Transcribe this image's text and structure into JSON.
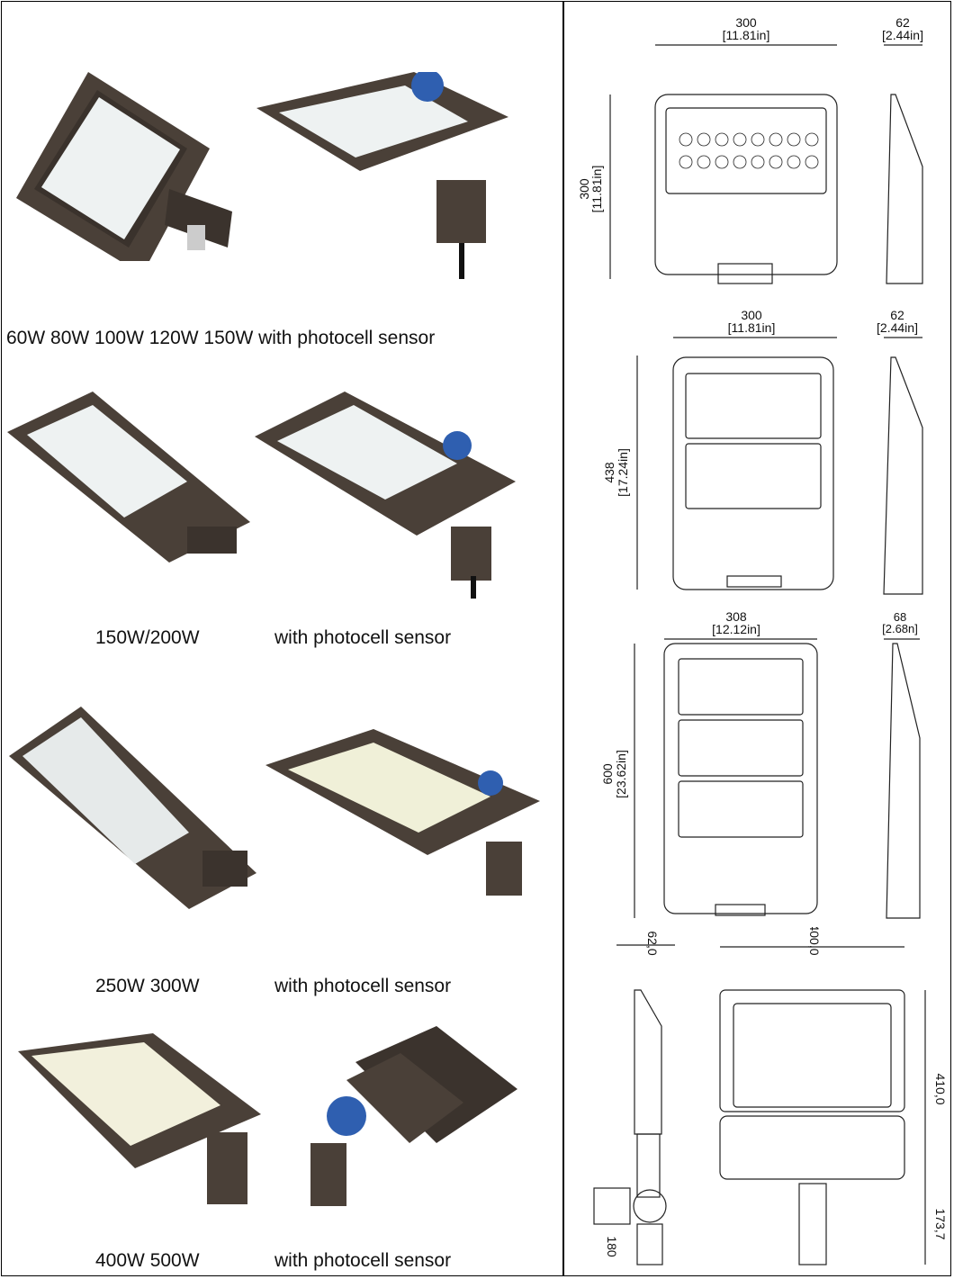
{
  "captions": {
    "row1": "60W 80W 100W 120W 150W  with photocell sensor",
    "row2_power": "150W/200W",
    "row2_sensor": "with photocell sensor",
    "row3_power": "250W 300W",
    "row3_sensor": "with photocell sensor",
    "row4_power": "400W 500W",
    "row4_sensor": "with photocell sensor"
  },
  "drawings": {
    "d1": {
      "width_mm": "300",
      "width_in": "[11.81in]",
      "height_mm": "300",
      "height_in": "[11.81in]",
      "depth_mm": "62",
      "depth_in": "[2.44in]"
    },
    "d2": {
      "width_mm": "300",
      "width_in": "[11.81in]",
      "height_mm": "438",
      "height_in": "[17.24in]",
      "depth_mm": "62",
      "depth_in": "[2.44in]"
    },
    "d3": {
      "width_mm": "308",
      "width_in": "[12.12in]",
      "height_mm": "600",
      "height_in": "[23.62in]",
      "depth_mm": "68",
      "depth_in": "[2.68n]"
    },
    "d4": {
      "depth": "62,0",
      "width": "400,0",
      "height": "410,0",
      "bracket": "173,7",
      "mount": "180"
    }
  },
  "colors": {
    "housing": "#4a4038",
    "housing_light": "#6b5d52",
    "led": "#eef2f2",
    "sensor": "#2f5fb0",
    "line": "#222222"
  }
}
